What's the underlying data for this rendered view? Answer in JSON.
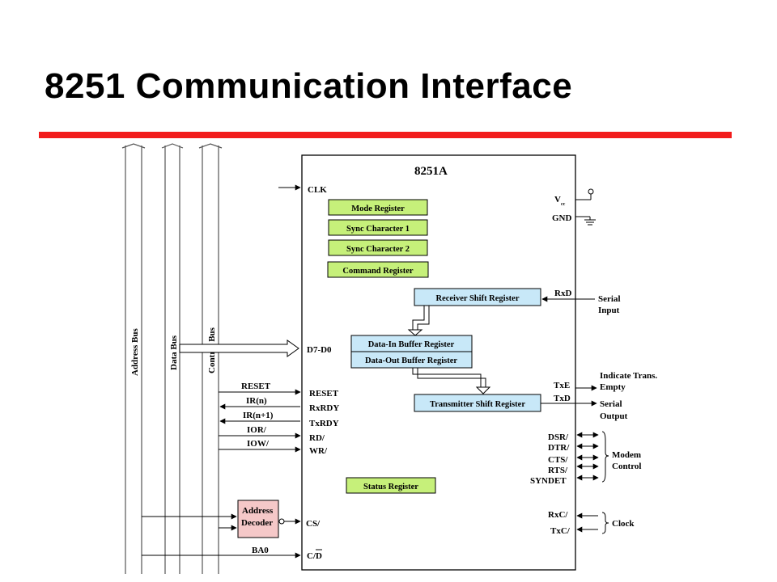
{
  "title": "8251 Communication Interface",
  "colors": {
    "accent_rule": "#f21c1c",
    "green_register": "#c6f07a",
    "blue_register": "#c8e8f8",
    "pink_decoder": "#f5c8c8"
  },
  "buses": {
    "address": "Address Bus",
    "data": "Data Bus",
    "control": "Control Bus"
  },
  "chip": {
    "name": "8251A",
    "clk": "CLK",
    "vcc_main": "V",
    "vcc_sub": "cc",
    "gnd": "GND",
    "data_pins": "D7-D0",
    "reset": "RESET",
    "rxrdy": "RxRDY",
    "txrdy": "TxRDY",
    "rd": "RD/",
    "wr": "WR/",
    "cs": "CS/",
    "cd_c": "C/",
    "cd_d": "D",
    "rxd": "RxD",
    "txe": "TxE",
    "txd": "TxD",
    "dsr": "DSR/",
    "dtr": "DTR/",
    "cts": "CTS/",
    "rts": "RTS/",
    "syndet": "SYNDET",
    "rxc": "RxC/",
    "txc": "TxC/"
  },
  "registers": {
    "mode": "Mode Register",
    "sync1": "Sync Character 1",
    "sync2": "Sync Character 2",
    "command": "Command Register",
    "receiver_shift": "Receiver Shift Register",
    "data_in": "Data-In Buffer Register",
    "data_out": "Data-Out Buffer Register",
    "transmitter_shift": "Transmitter Shift Register",
    "status": "Status Register"
  },
  "decoder": {
    "line1": "Address",
    "line2": "Decoder"
  },
  "bus_signals": {
    "reset": "RESET",
    "irn": "IR(n)",
    "irn1": "IR(n+1)",
    "ior": "IOR/",
    "iow": "IOW/",
    "ba0": "BA0"
  },
  "external": {
    "serial_input_1": "Serial",
    "serial_input_2": "Input",
    "indicate_1": "Indicate Trans.",
    "indicate_2": "Empty",
    "serial_output_1": "Serial",
    "serial_output_2": "Output",
    "modem_1": "Modem",
    "modem_2": "Control",
    "clock": "Clock"
  }
}
